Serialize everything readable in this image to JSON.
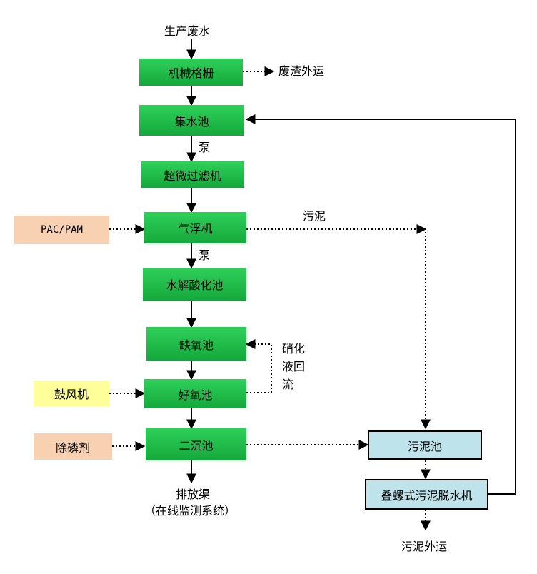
{
  "nodes": {
    "input": "生产废水",
    "screen": "机械格栅",
    "screen_out": "废渣外运",
    "collect": "集水池",
    "pump1": "泵",
    "ultra": "超微过滤机",
    "pacpam": "PAC/PAM",
    "float": "气浮机",
    "sludge_lbl": "污泥",
    "pump2": "泵",
    "hydrolysis": "水解酸化池",
    "anoxic": "缺氧池",
    "nitrif": "硝化液回流",
    "blower": "鼓风机",
    "aerobic": "好氧池",
    "phos": "除磷剂",
    "clarifier": "二沉池",
    "outlet": "排放渠",
    "monitor": "（在线监测系统）",
    "sludge_pool": "污泥池",
    "dewater": "叠螺式污泥脱水机",
    "sludge_out": "污泥外运"
  }
}
